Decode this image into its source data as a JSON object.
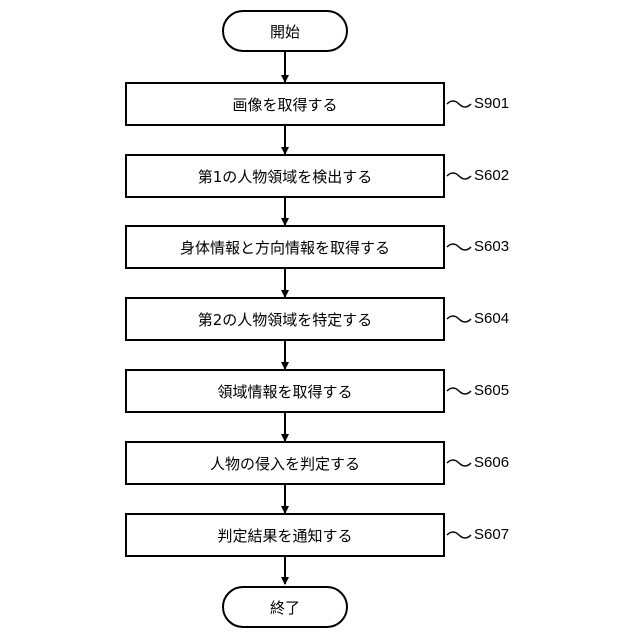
{
  "start": {
    "label": "開始"
  },
  "end": {
    "label": "終了"
  },
  "steps": [
    {
      "label": "画像を取得する",
      "id": "S901"
    },
    {
      "label": "第1の人物領域を検出する",
      "id": "S602"
    },
    {
      "label": "身体情報と方向情報を取得する",
      "id": "S603"
    },
    {
      "label": "第2の人物領域を特定する",
      "id": "S604"
    },
    {
      "label": "領域情報を取得する",
      "id": "S605"
    },
    {
      "label": "人物の侵入を判定する",
      "id": "S606"
    },
    {
      "label": "判定結果を通知する",
      "id": "S607"
    }
  ]
}
